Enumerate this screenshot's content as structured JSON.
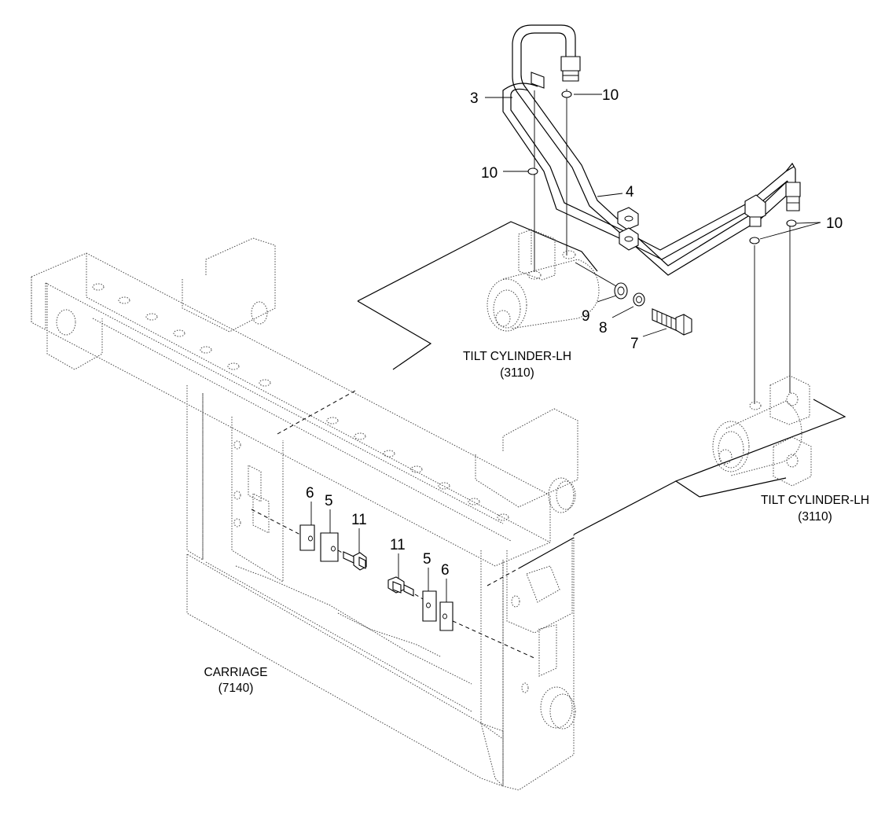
{
  "callouts": {
    "n3": "3",
    "n4": "4",
    "n5a": "5",
    "n5b": "5",
    "n6a": "6",
    "n6b": "6",
    "n7": "7",
    "n8": "8",
    "n9": "9",
    "n10a": "10",
    "n10b": "10",
    "n10c": "10",
    "n11a": "11",
    "n11b": "11"
  },
  "captions": {
    "tilt_upper": {
      "name": "TILT CYLINDER-LH",
      "code": "(3110)"
    },
    "tilt_lower": {
      "name": "TILT CYLINDER-LH",
      "code": "(3110)"
    },
    "carriage": {
      "name": "CARRIAGE",
      "code": "(7140)"
    }
  }
}
